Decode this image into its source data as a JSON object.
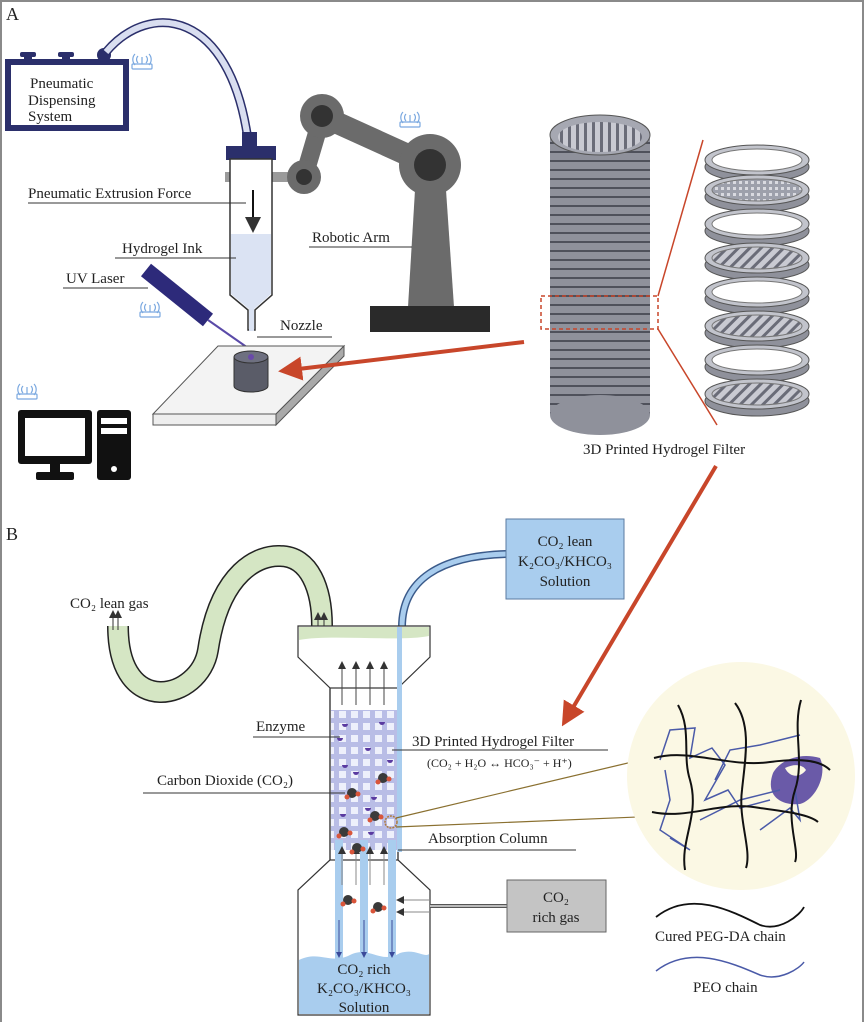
{
  "panels": {
    "a": {
      "label": "A",
      "pneumatic_system": [
        "Pneumatic",
        "Dispensing",
        "System"
      ],
      "labels": {
        "extrusion_force": "Pneumatic Extrusion Force",
        "hydrogel_ink": "Hydrogel Ink",
        "uv_laser": "UV Laser",
        "nozzle": "Nozzle",
        "robotic_arm": "Robotic Arm",
        "filter": "3D Printed Hydrogel Filter"
      }
    },
    "b": {
      "label": "B",
      "lean_gas": "CO₂ lean gas",
      "lean_solution": [
        "CO₂ lean",
        "K₂CO₃/KHCO₃",
        "Solution"
      ],
      "rich_gas": [
        "CO₂",
        "rich gas"
      ],
      "rich_solution": [
        "CO₂ rich",
        "K₂CO₃/KHCO₃",
        "Solution"
      ],
      "labels": {
        "enzyme": "Enzyme",
        "co2": "Carbon Dioxide (CO₂)",
        "filter": "3D Printed Hydrogel Filter",
        "reaction": "(CO₂ + H₂O ↔ HCO₃⁻ + H⁺)",
        "column": "Absorption Column"
      },
      "legend": {
        "pegda": "Cured PEG-DA chain",
        "peo": "PEO chain"
      }
    }
  },
  "colors": {
    "navy": "#2b2f6b",
    "arm_gray": "#6b6b6b",
    "arm_dark": "#333333",
    "red_arrow": "#c8462a",
    "light_blue": "#a9cdee",
    "green_tube": "#d5e6c4",
    "filter_gray": "#9a9ca6",
    "purple": "#6a5aa8",
    "zoom_circle": "#fbf8e4",
    "peo_blue": "#4a5aa8",
    "rich_box": "#c4c4c4"
  }
}
